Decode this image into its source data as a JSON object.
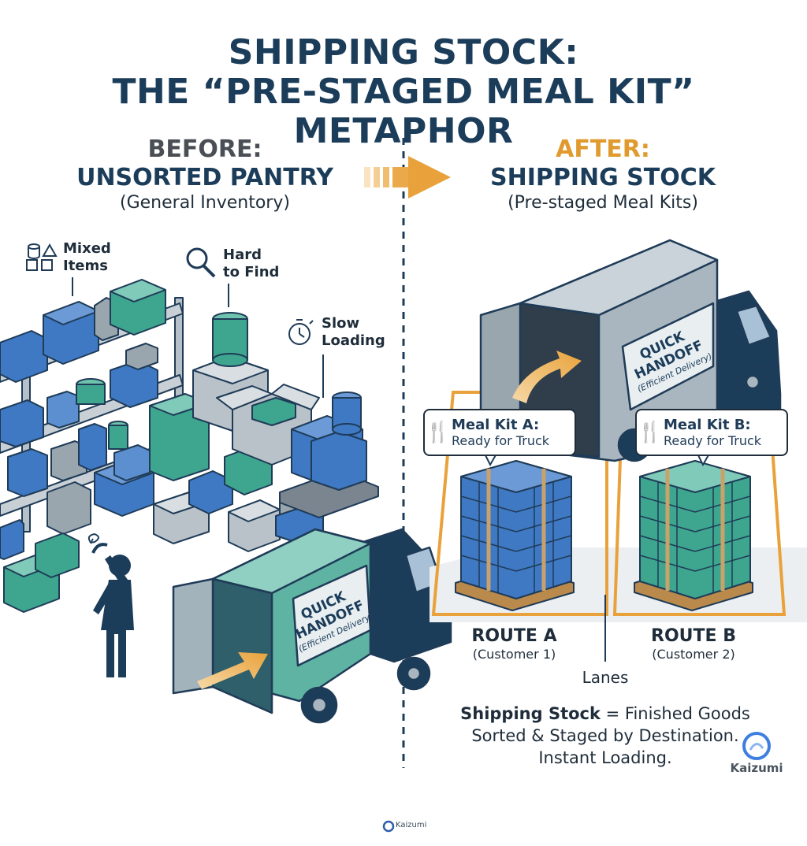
{
  "title": {
    "line1": "SHIPPING STOCK:",
    "line2": "THE “PRE-STAGED MEAL KIT” METAPHOR"
  },
  "before": {
    "label": "BEFORE:",
    "heading": "UNSORTED PANTRY",
    "subheading": "(General Inventory)"
  },
  "after": {
    "label": "AFTER:",
    "heading": "SHIPPING STOCK",
    "subheading": "(Pre-staged Meal Kits)"
  },
  "callouts": {
    "mixed": [
      "Mixed",
      "Items"
    ],
    "hard": [
      "Hard",
      "to Find"
    ],
    "slow": [
      "Slow",
      "Loading"
    ]
  },
  "truck_sign": {
    "line1": "QUICK",
    "line2": "HANDOFF",
    "line3": "(Efficient Delivery)"
  },
  "kits": [
    {
      "name": "Meal Kit A:",
      "status": "Ready for Truck"
    },
    {
      "name": "Meal Kit B:",
      "status": "Ready for Truck"
    }
  ],
  "routes": [
    {
      "name": "ROUTE A",
      "customer": "(Customer 1)"
    },
    {
      "name": "ROUTE B",
      "customer": "(Customer 2)"
    }
  ],
  "lanes_label": "Lanes",
  "summary": {
    "bold": "Shipping Stock",
    "line1_rest": " = Finished Goods",
    "line2": "Sorted & Staged by Destination.",
    "line3": "Instant Loading."
  },
  "brand": {
    "name": "Kaizumi",
    "footer": "Kaizumi"
  },
  "colors": {
    "navy": "#1b3d5a",
    "orange": "#e9a23b",
    "blue_box": "#3f79c4",
    "teal_box": "#3ea58f",
    "truck_teal": "#5fb3a3",
    "truck_gray": "#a9b6bf"
  }
}
